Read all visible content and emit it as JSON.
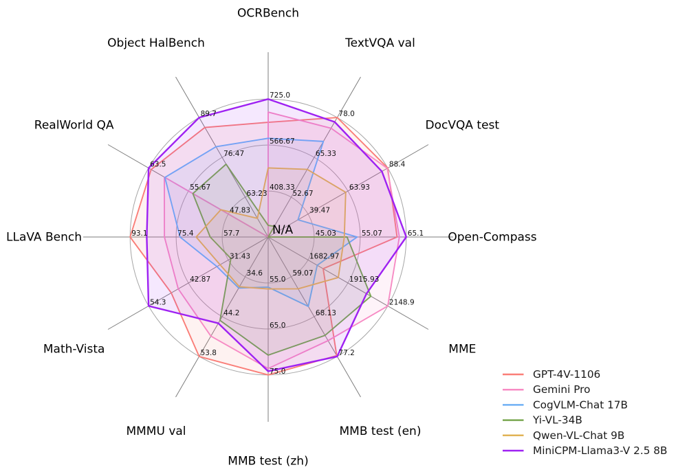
{
  "page": {
    "background_color": "#ffffff"
  },
  "chart_data": {
    "type": "radar",
    "title": "",
    "center_label": "N/A",
    "grid": {
      "ring_color": "#a5a5a5",
      "spoke_color": "#7d7d7d",
      "num_rings": 3,
      "grid_on": true
    },
    "legend_position": "lower right",
    "axes": [
      {
        "label": "OCRBench",
        "min": 250,
        "max": 725,
        "tick_labels": [
          "408.33",
          "566.67",
          "725.0"
        ]
      },
      {
        "label": "TextVQA val",
        "min": 40,
        "max": 78,
        "tick_labels": [
          "52.67",
          "65.33",
          "78.0"
        ]
      },
      {
        "label": "DocVQA test",
        "min": 15,
        "max": 88.4,
        "tick_labels": [
          "39.47",
          "63.93",
          "88.4"
        ]
      },
      {
        "label": "Open-Compass",
        "min": 35,
        "max": 65.1,
        "tick_labels": [
          "45.03",
          "55.07",
          "65.1"
        ]
      },
      {
        "label": "MME",
        "min": 1450,
        "max": 2148.9,
        "tick_labels": [
          "1682.97",
          "1915.93",
          "2148.9"
        ]
      },
      {
        "label": "MMB test (en)",
        "min": 50,
        "max": 77.2,
        "tick_labels": [
          "59.07",
          "68.13",
          "77.2"
        ]
      },
      {
        "label": "MMB test (zh)",
        "min": 45,
        "max": 75,
        "tick_labels": [
          "55.0",
          "65.0",
          "75.0"
        ]
      },
      {
        "label": "MMMU val",
        "min": 25,
        "max": 53.8,
        "tick_labels": [
          "34.6",
          "44.2",
          "53.8"
        ]
      },
      {
        "label": "Math-Vista",
        "min": 20,
        "max": 54.3,
        "tick_labels": [
          "31.43",
          "42.87",
          "54.3"
        ]
      },
      {
        "label": "LLaVA Bench",
        "min": 40,
        "max": 93.1,
        "tick_labels": [
          "57.7",
          "75.4",
          "93.1"
        ]
      },
      {
        "label": "RealWorld QA",
        "min": 40,
        "max": 63.5,
        "tick_labels": [
          "47.83",
          "55.67",
          "63.5"
        ]
      },
      {
        "label": "Object HalBench",
        "min": 50,
        "max": 89.7,
        "tick_labels": [
          "63.23",
          "76.47",
          "89.7"
        ]
      }
    ],
    "series": [
      {
        "name": "GPT-4V-1106",
        "color": "#fa7e78",
        "line_width": 1.9,
        "values": [
          645,
          78.0,
          88.4,
          63.1,
          1771.5,
          77.0,
          75.0,
          53.8,
          47.8,
          93.1,
          63.0,
          86.4
        ]
      },
      {
        "name": "Gemini Pro",
        "color": "#f78bc4",
        "line_width": 1.9,
        "values": [
          680,
          74.6,
          88.1,
          63.6,
          2148.9,
          73.6,
          73.6,
          48.9,
          45.8,
          79.9,
          60.4,
          null
        ]
      },
      {
        "name": "CogVLM-Chat 17B",
        "color": "#6fb1f5",
        "line_width": 1.9,
        "values": [
          590,
          70.4,
          33.3,
          54.4,
          1736.6,
          65.8,
          55.9,
          37.3,
          34.7,
          73.9,
          60.3,
          80.0
        ]
      },
      {
        "name": "Yi-VL-34B",
        "color": "#79a751",
        "line_width": 1.9,
        "values": [
          290,
          43.4,
          null,
          52.2,
          2050.2,
          72.4,
          70.7,
          45.1,
          30.7,
          62.3,
          54.8,
          74.2
        ]
      },
      {
        "name": "Qwen-VL-Chat 9B",
        "color": "#e1b356",
        "line_width": 1.9,
        "values": [
          488,
          61.5,
          62.6,
          51.6,
          1860.0,
          61.8,
          56.3,
          37.0,
          33.8,
          67.7,
          49.3,
          56.2
        ]
      },
      {
        "name": "MiniCPM-Llama3-V 2.5 8B",
        "color": "#9e21f2",
        "line_width": 2.4,
        "values": [
          725,
          76.6,
          84.8,
          65.1,
          2024.6,
          77.2,
          74.2,
          45.8,
          54.3,
          86.7,
          63.5,
          89.7
        ]
      }
    ],
    "fill_opacity": 0.1
  }
}
